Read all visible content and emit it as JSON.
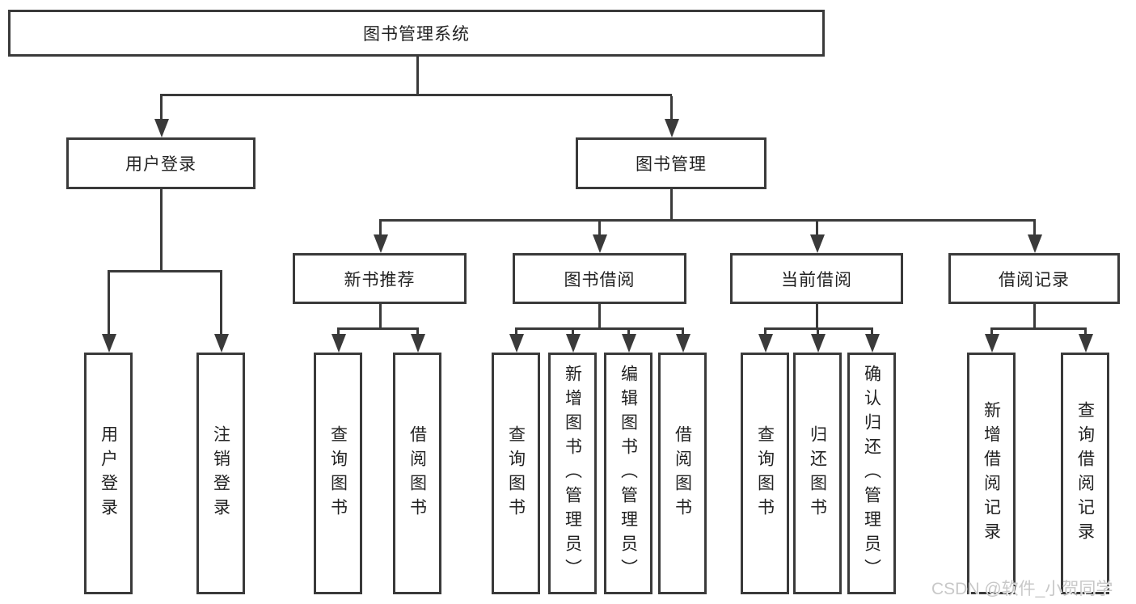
{
  "diagram": {
    "root_label": "图书管理系统",
    "level2": [
      {
        "label": "用户登录",
        "children": [
          {
            "label": "用户登录"
          },
          {
            "label": "注销登录"
          }
        ]
      },
      {
        "label": "图书管理",
        "children": [
          {
            "label": "新书推荐",
            "children": [
              {
                "label": "查询图书"
              },
              {
                "label": "借阅图书"
              }
            ]
          },
          {
            "label": "图书借阅",
            "children": [
              {
                "label": "查询图书"
              },
              {
                "label": "新增图书（管理员）"
              },
              {
                "label": "编辑图书（管理员）"
              },
              {
                "label": "借阅图书"
              }
            ]
          },
          {
            "label": "当前借阅",
            "children": [
              {
                "label": "查询图书"
              },
              {
                "label": "归还图书"
              },
              {
                "label": "确认归还（管理员）"
              }
            ]
          },
          {
            "label": "借阅记录",
            "children": [
              {
                "label": "新增借阅记录"
              },
              {
                "label": "查询借阅记录"
              }
            ]
          }
        ]
      }
    ]
  },
  "watermark": {
    "text": "CSDN @软件_小贺同学"
  },
  "colors": {
    "line": "#3a3a3a",
    "box_border": "#3a3a3a",
    "text": "#222222",
    "background": "#ffffff",
    "watermark": "#c8c8c8"
  }
}
